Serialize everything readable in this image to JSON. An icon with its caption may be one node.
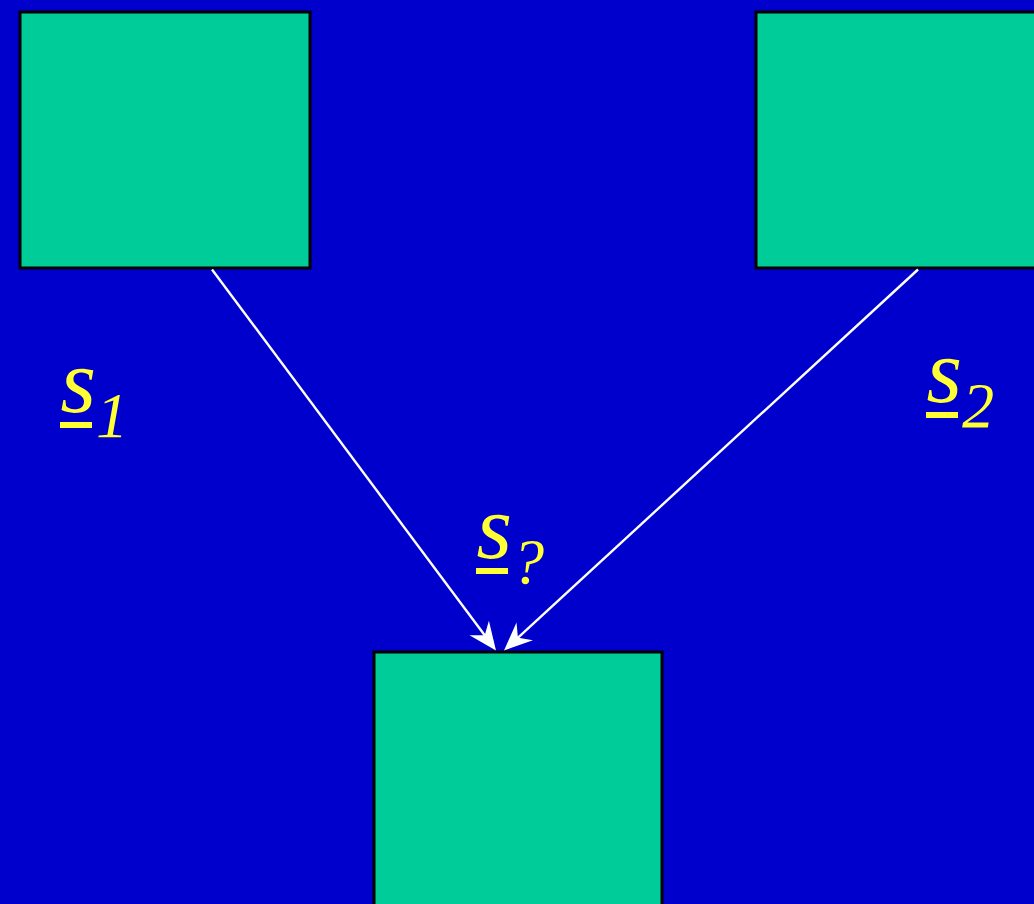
{
  "diagram": {
    "nodes": [
      {
        "text": [],
        "shape": "box",
        "beside": [
          "s$_{1}$"
        ]
      },
      {
        "text": [],
        "shape": "box",
        "beside": [
          "s$_{2}$"
        ]
      },
      {
        "text": [],
        "shape": "box",
        "beside": [
          "s$_{?}$"
        ]
      }
    ],
    "edges": [
      {
        "from": 0,
        "to": 2,
        "arrow": "to"
      },
      {
        "from": 1,
        "to": 2,
        "arrow": "to"
      }
    ]
  }
}
